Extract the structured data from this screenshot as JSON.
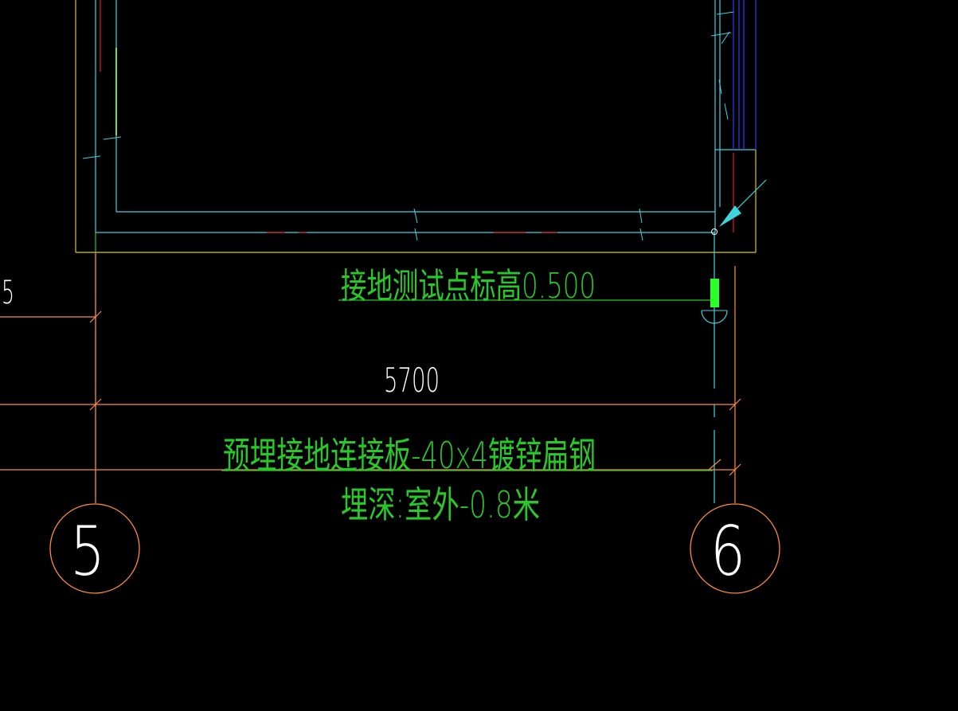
{
  "annotations": {
    "test_point_label": "接地测试点标高0.500",
    "dimension_value": "5700",
    "plate_label_line1": "预埋接地连接板-40x4镀锌扁钢",
    "plate_label_line2": "埋深:室外-0.8米",
    "left_edge_fragment": "5"
  },
  "grid_axes": [
    {
      "id": "axis-5",
      "label": "5"
    },
    {
      "id": "axis-6",
      "label": "6"
    }
  ],
  "colors": {
    "background": "#000000",
    "wall_outer": "#d6c24a",
    "wall_inner": "#3fd3e0",
    "grounding": "#29c829",
    "dimension": "#ff8a3d",
    "accent_red": "#e02020",
    "accent_blue": "#2a3cff",
    "text_white": "#ffffff"
  }
}
